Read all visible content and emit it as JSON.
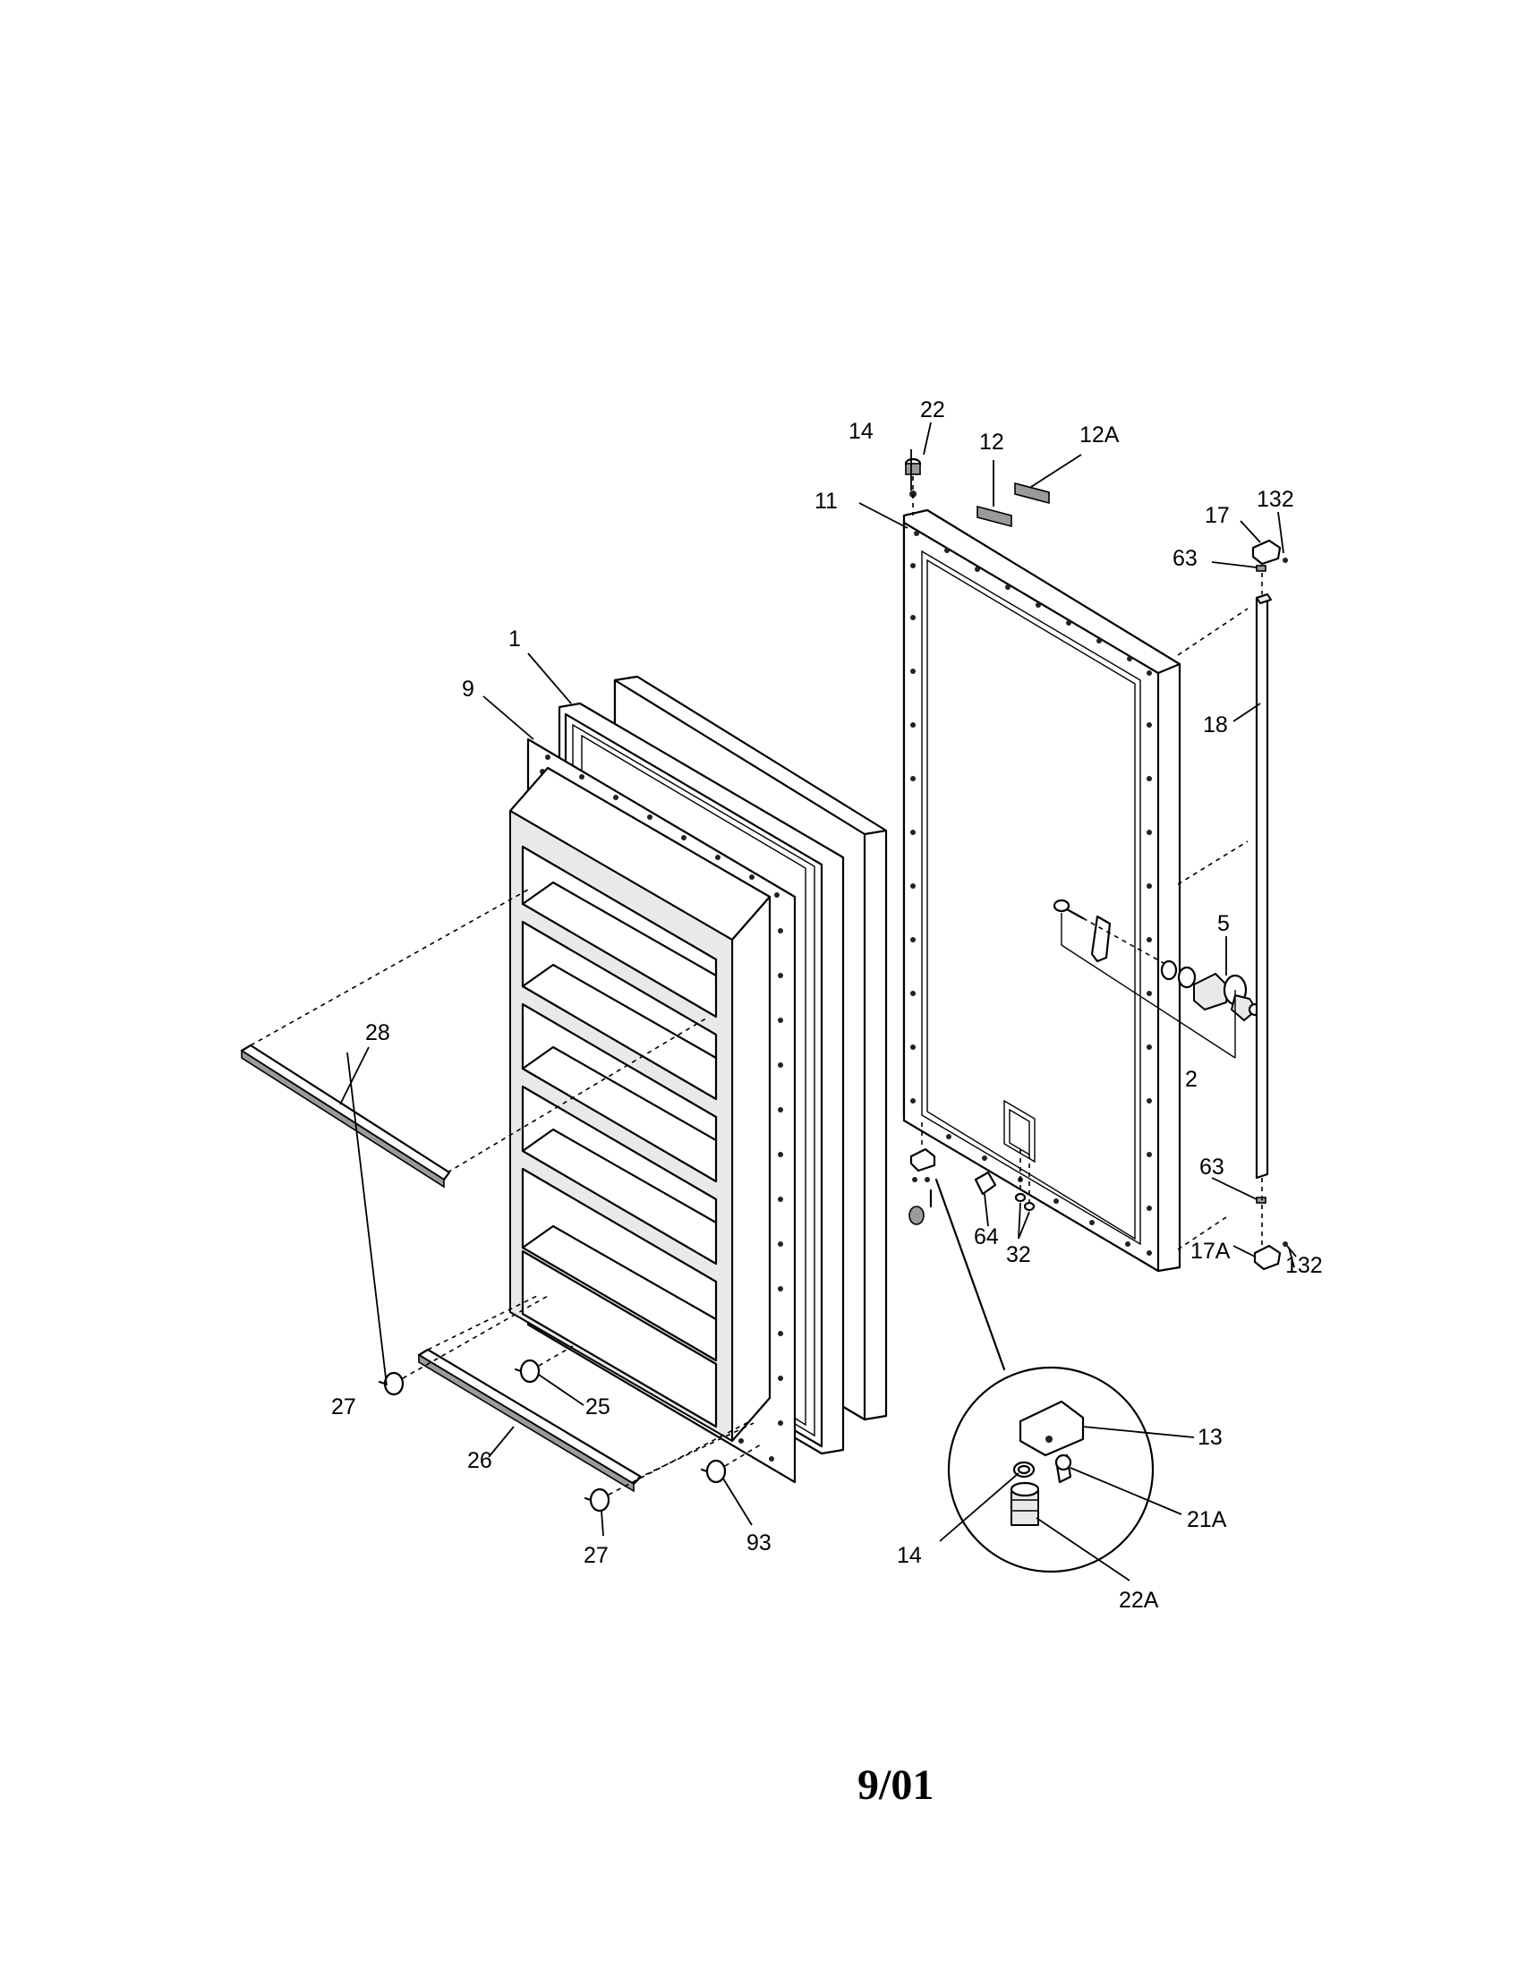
{
  "date_code": "9/01",
  "callouts": {
    "c1": "1",
    "c9": "9",
    "c28": "28",
    "c27a": "27",
    "c27b": "27",
    "c25": "25",
    "c26": "26",
    "c93": "93",
    "c14a": "14",
    "c22": "22",
    "c12": "12",
    "c12A": "12A",
    "c11": "11",
    "c17": "17",
    "c132a": "132",
    "c63a": "63",
    "c18": "18",
    "c5": "5",
    "c2": "2",
    "c63b": "63",
    "c17A": "17A",
    "c132b": "132",
    "c64": "64",
    "c32": "32",
    "c13": "13",
    "c21A": "21A",
    "c14b": "14",
    "c22A": "22A"
  }
}
